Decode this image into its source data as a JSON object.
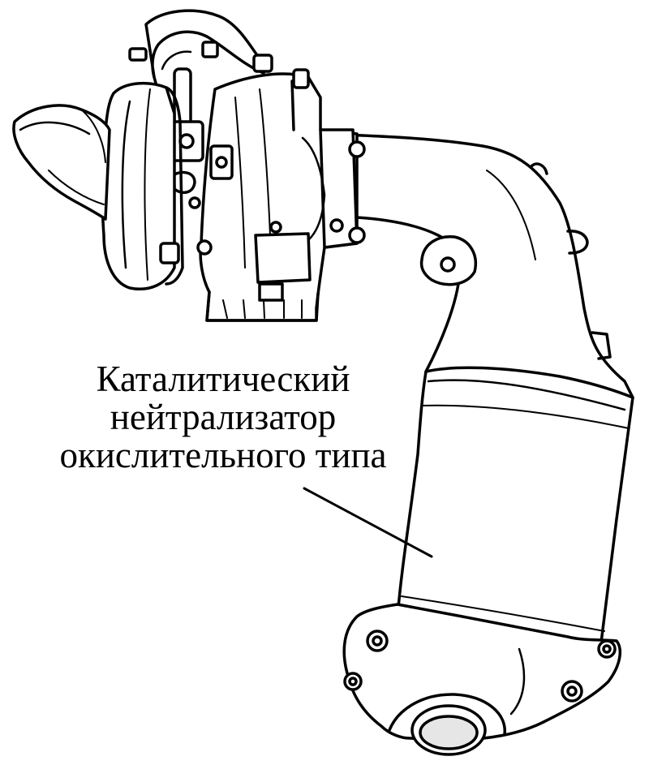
{
  "label": {
    "lines": [
      "Каталитический",
      "нейтрализатор",
      "окислительного типа"
    ]
  },
  "colors": {
    "ink": "#000000",
    "fill": "#ffffff",
    "shade": "#e6e6e6"
  }
}
